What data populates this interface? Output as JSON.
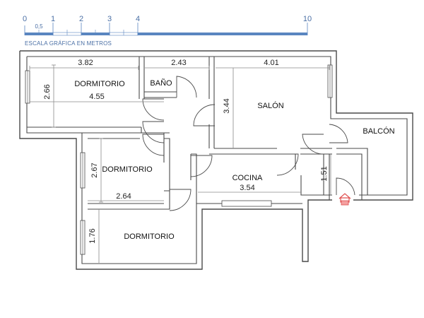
{
  "scale": {
    "ticks": [
      "0",
      "1",
      "2",
      "3",
      "4",
      "10"
    ],
    "half_tick": "0,5",
    "caption": "ESCALA GRÁFICA EN METROS",
    "color": "#5a86c0"
  },
  "rooms": {
    "dormitorio_1": "DORMITORIO",
    "bano": "BAÑO",
    "salon": "SALÓN",
    "balcon": "BALCÓN",
    "dormitorio_2": "DORMITORIO",
    "cocina": "COCINA",
    "dormitorio_3": "DORMITORIO"
  },
  "dimensions": {
    "d_382": "3.82",
    "d_243": "2.43",
    "d_401": "4.01",
    "d_266": "2.66",
    "d_455": "4.55",
    "d_344": "3.44",
    "d_267": "2.67",
    "d_264": "2.64",
    "d_354": "3.54",
    "d_151": "1.51",
    "d_176": "1.76"
  },
  "entrance_icon": "entrance-arrow-icon",
  "entrance_color": "#e05050"
}
